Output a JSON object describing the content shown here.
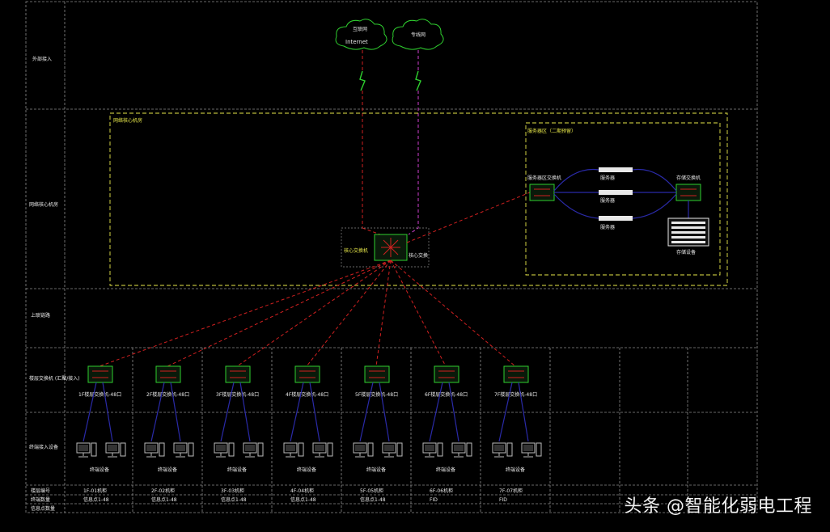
{
  "clouds": [
    {
      "name": "cloud-internet",
      "label_top": "互联网",
      "label_bottom": "Internet"
    },
    {
      "name": "cloud-private",
      "label_top": "专线网",
      "label_bottom": ""
    }
  ],
  "rows": [
    {
      "label": "外部接入"
    },
    {
      "label": "网络核心机房"
    },
    {
      "label": "上联链路"
    },
    {
      "label": "楼层交换机\n(汇聚/接入)"
    },
    {
      "label": "终端接入设备"
    }
  ],
  "footer_rows": [
    {
      "label": "楼层编号"
    },
    {
      "label": "终端数量"
    },
    {
      "label": "信息点数量"
    }
  ],
  "core_zone_title": "网络核心机房",
  "dmz_zone_title": "服务器区（二期预留）",
  "core_switch": {
    "label": "核心交换机",
    "sublabel": "核心交换"
  },
  "dmz": {
    "left_switch_label": "服务器区交换机",
    "right_switch_label": "存储交换机",
    "servers": [
      "服务器",
      "服务器",
      "服务器"
    ],
    "storage_label": "存储设备"
  },
  "floors": [
    {
      "switch_label": "1F楼层交换机-48口",
      "pc_label": "终端设备",
      "floor": "1F-01机柜",
      "count": "信息点1-48"
    },
    {
      "switch_label": "2F楼层交换机-48口",
      "pc_label": "终端设备",
      "floor": "2F-02机柜",
      "count": "信息点1-48"
    },
    {
      "switch_label": "3F楼层交换机-48口",
      "pc_label": "终端设备",
      "floor": "3F-03机柜",
      "count": "信息点1-48"
    },
    {
      "switch_label": "4F楼层交换机-48口",
      "pc_label": "终端设备",
      "floor": "4F-04机柜",
      "count": "信息点1-48"
    },
    {
      "switch_label": "5F楼层交换机-48口",
      "pc_label": "终端设备",
      "floor": "5F-05机柜",
      "count": "信息点1-48"
    },
    {
      "switch_label": "6F楼层交换机-48口",
      "pc_label": "终端设备",
      "floor": "6F-06机柜",
      "count": "FID"
    },
    {
      "switch_label": "7F楼层交换机-48口",
      "pc_label": "终端设备",
      "floor": "7F-07机柜",
      "count": "FID"
    }
  ],
  "colors": {
    "grid": "#8a8a8a",
    "zone_border": "#e8e84a",
    "cloud": "#2fd02f",
    "uplink_red": "#d02020",
    "uplink_magenta": "#d040d0",
    "access_blue": "#2a2aa8",
    "device_border": "#2fd02f"
  },
  "watermark": "头条 @智能化弱电工程"
}
